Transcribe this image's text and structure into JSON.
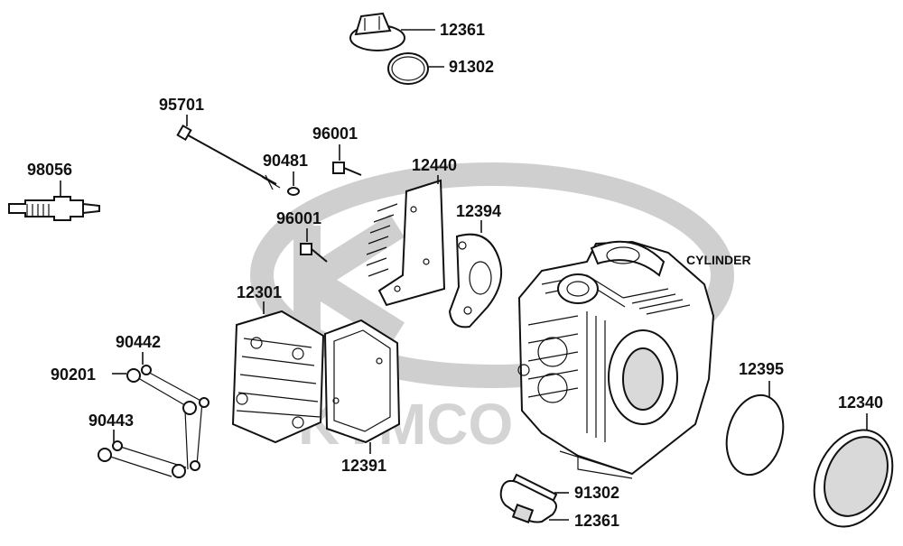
{
  "watermark": {
    "brand": "KYMCO"
  },
  "labels": {
    "cylinder": "CYLINDER",
    "p12361_top": "12361",
    "p91302_top": "91302",
    "p95701": "95701",
    "p96001_top": "96001",
    "p90481": "90481",
    "p98056": "98056",
    "p12440": "12440",
    "p12394": "12394",
    "p96001_mid": "96001",
    "p12301": "12301",
    "p90442": "90442",
    "p90201": "90201",
    "p90443": "90443",
    "p12391": "12391",
    "p12395": "12395",
    "p12340": "12340",
    "p91302_bot": "91302",
    "p12361_bot": "12361"
  }
}
